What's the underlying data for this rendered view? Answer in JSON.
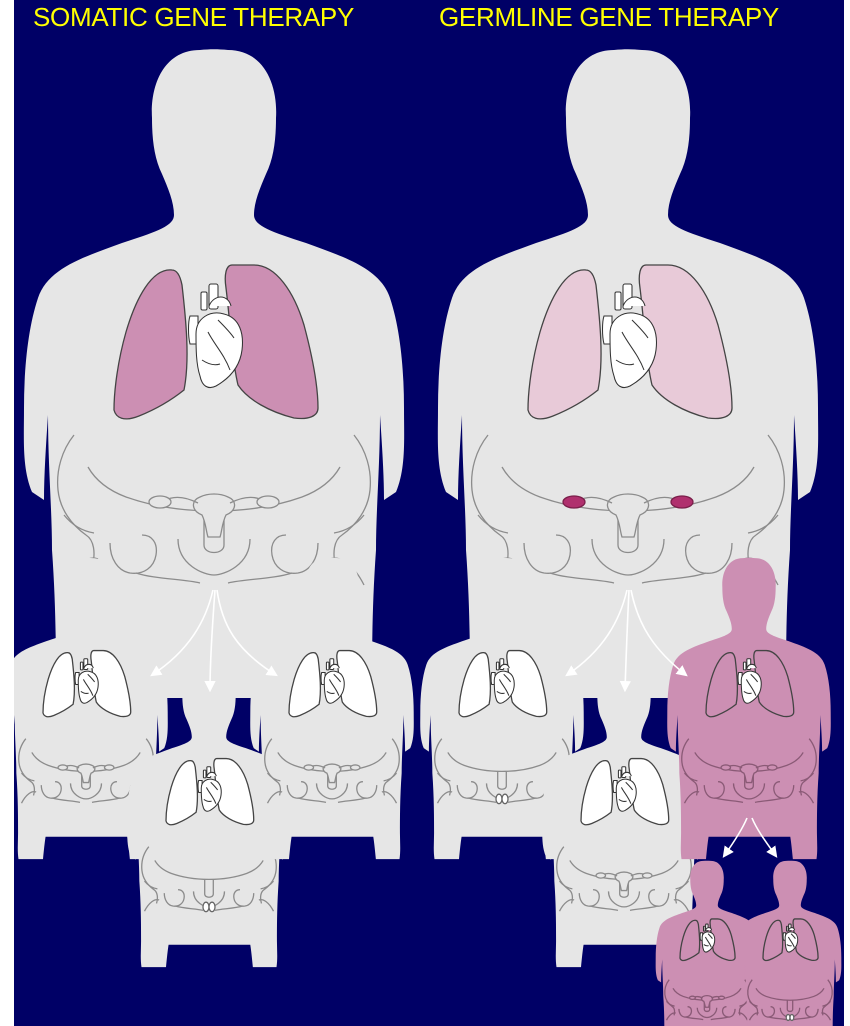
{
  "titles": {
    "somatic": "SOMATIC GENE THERAPY",
    "germline": "GERMLINE GENE THERAPY"
  },
  "colors": {
    "background": "#000066",
    "title": "#ffff00",
    "body": "#e6e6e6",
    "modified_body": "#cc8fb3",
    "lungs_modified": "#cc8fb3",
    "lungs_pale": "#e8cad8",
    "germ_cells": "#b0306e",
    "organ_white": "#ffffff",
    "arrow": "#ffffff"
  },
  "figures": [
    {
      "id": "somatic-parent",
      "panel": "somatic",
      "role": "parent",
      "body": "normal",
      "lungs": "modified",
      "gonads": "ovaries"
    },
    {
      "id": "somatic-child-left",
      "panel": "somatic",
      "role": "child",
      "body": "normal",
      "lungs": "normal",
      "gonads": "ovaries"
    },
    {
      "id": "somatic-child-middle",
      "panel": "somatic",
      "role": "child",
      "body": "normal",
      "lungs": "normal",
      "gonads": "testes"
    },
    {
      "id": "somatic-child-right",
      "panel": "somatic",
      "role": "child",
      "body": "normal",
      "lungs": "normal",
      "gonads": "ovaries"
    },
    {
      "id": "germline-parent",
      "panel": "germline",
      "role": "parent",
      "body": "normal",
      "lungs": "pale",
      "gonads": "modified-ovaries"
    },
    {
      "id": "germline-child-left",
      "panel": "germline",
      "role": "child",
      "body": "normal",
      "lungs": "normal",
      "gonads": "testes"
    },
    {
      "id": "germline-child-middle",
      "panel": "germline",
      "role": "child",
      "body": "normal",
      "lungs": "normal",
      "gonads": "ovaries"
    },
    {
      "id": "germline-child-right",
      "panel": "germline",
      "role": "child",
      "body": "modified",
      "lungs": "modified",
      "gonads": "ovaries"
    },
    {
      "id": "germline-grandchild-left",
      "panel": "germline",
      "role": "grandchild",
      "body": "modified",
      "lungs": "modified",
      "gonads": "ovaries"
    },
    {
      "id": "germline-grandchild-right",
      "panel": "germline",
      "role": "grandchild",
      "body": "modified",
      "lungs": "modified",
      "gonads": "testes"
    }
  ]
}
